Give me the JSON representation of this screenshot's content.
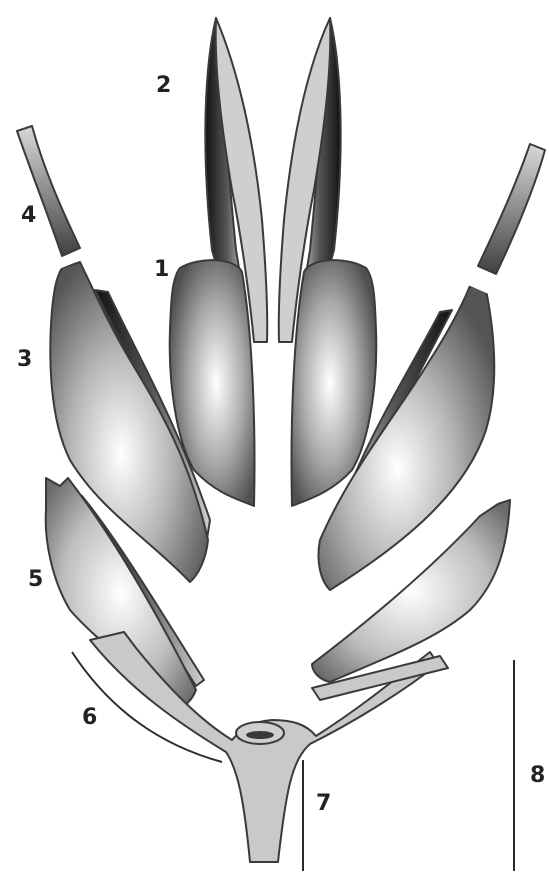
{
  "labels": {
    "l1": "1",
    "l2": "2",
    "l3": "3",
    "l4": "4",
    "l5": "5",
    "l6": "6",
    "l7": "7",
    "l8": "8"
  },
  "colors": {
    "outline": "#3a3a3a",
    "flat_fill": "#c9c9c9",
    "gradient_light": "#ffffff",
    "gradient_dark": "#4a4a4a"
  }
}
